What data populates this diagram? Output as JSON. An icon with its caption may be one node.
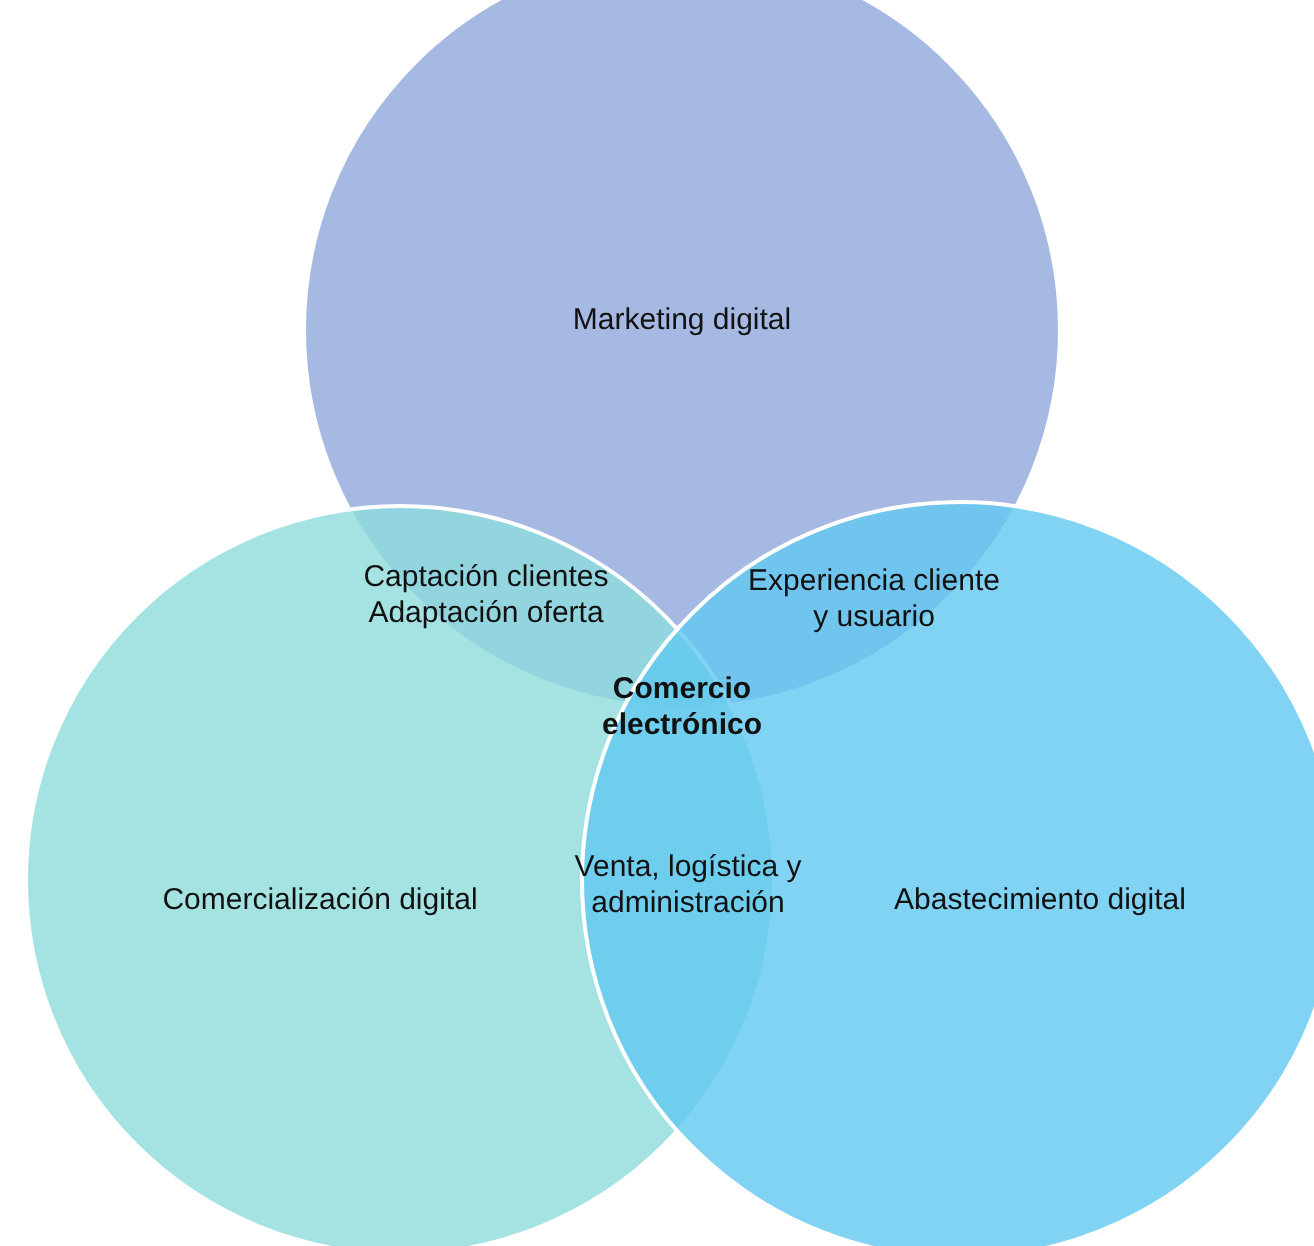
{
  "diagram": {
    "nodes": [
      {
        "text": [
          "Marketing digital"
        ]
      },
      {
        "text": [
          "Comercialización digital"
        ]
      },
      {
        "text": [
          "Abastecimiento digital"
        ]
      }
    ],
    "edges": [],
    "labels": [
      "Captación clientes Adaptación oferta",
      "Experiencia cliente y usuario",
      "Comercio electrónico",
      "Venta, logística y administración"
    ]
  }
}
